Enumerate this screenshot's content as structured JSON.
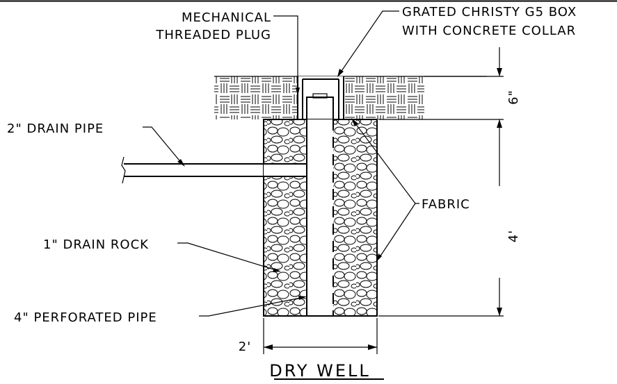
{
  "title": "DRY WELL",
  "labels": {
    "plug": [
      "MECHANICAL",
      "THREADED PLUG"
    ],
    "grated_box": [
      "GRATED CHRISTY G5 BOX",
      "WITH CONCRETE COLLAR"
    ],
    "drain_pipe": "2\" DRAIN PIPE",
    "fabric": "FABRIC",
    "drain_rock": "1\" DRAIN ROCK",
    "perforated_pipe": "4\" PERFORATED PIPE"
  },
  "dimensions": {
    "collar_depth": "6\"",
    "well_depth": "4'",
    "well_width": "2'"
  }
}
